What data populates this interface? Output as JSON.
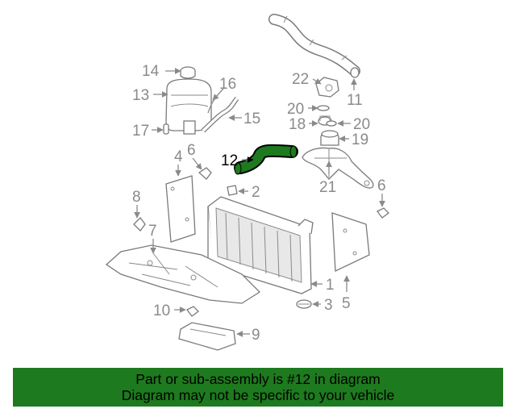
{
  "colors": {
    "highlight_part": "#1e7a1e",
    "footer_background": "#1e7a1e",
    "footer_text": "#000000",
    "line_art": "#7a7a7a",
    "callout_text": "#8a8a8a"
  },
  "diagram": {
    "callouts": {
      "c1": "1",
      "c2": "2",
      "c3": "3",
      "c4": "4",
      "c5": "5",
      "c6a": "6",
      "c6b": "6",
      "c7": "7",
      "c8": "8",
      "c9": "9",
      "c10": "10",
      "c11": "11",
      "c12": "12",
      "c13": "13",
      "c14": "14",
      "c15": "15",
      "c16": "16",
      "c17": "17",
      "c18": "18",
      "c19": "19",
      "c20a": "20",
      "c20b": "20",
      "c21": "21",
      "c22": "22"
    },
    "highlighted_part": "12"
  },
  "footer": {
    "line1": "Part or sub-assembly is #12 in diagram",
    "line2": "Diagram may not be specific to your vehicle"
  }
}
